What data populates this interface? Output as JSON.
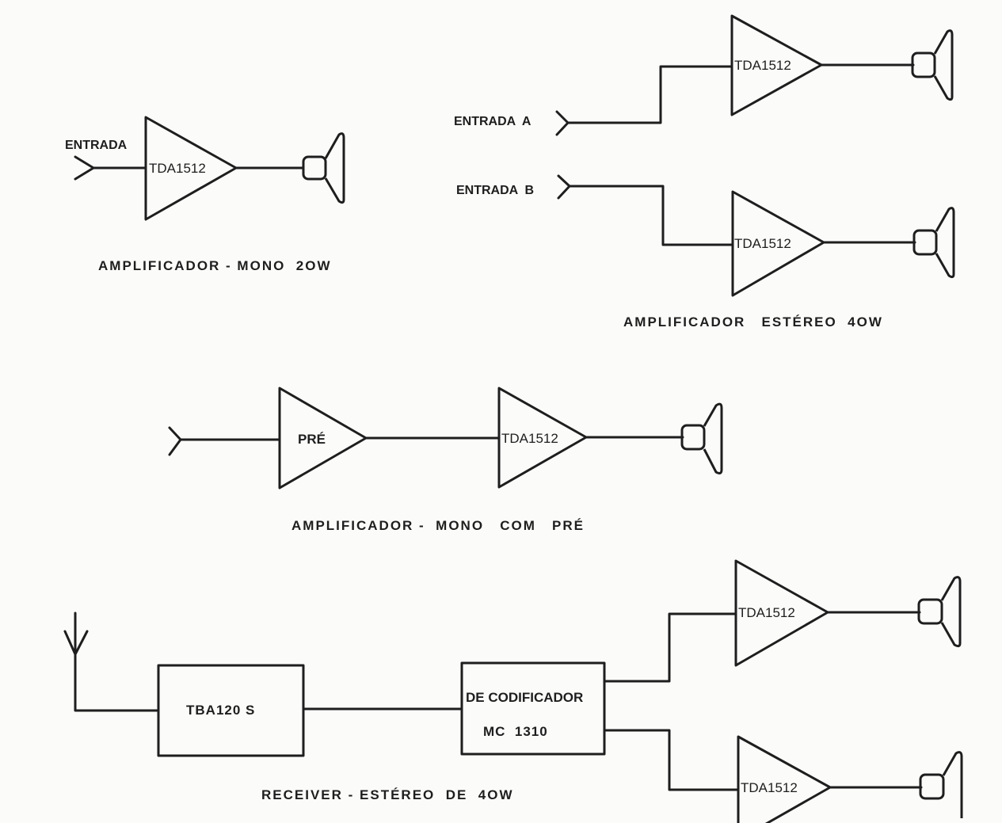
{
  "diagrams": {
    "mono": {
      "caption": "AMPLIFICADOR - MONO  2OW",
      "input_label": "ENTRADA",
      "amp_label": "TDA1512"
    },
    "stereo": {
      "caption": "AMPLIFICADOR   ESTÉREO  4OW",
      "input_a_label": "ENTRADA  A",
      "input_b_label": "ENTRADA  B",
      "amp_a_label": "TDA1512",
      "amp_b_label": "TDA1512"
    },
    "mono_pre": {
      "caption": "AMPLIFICADOR -  MONO   COM   PRÉ",
      "pre_label": "PRÉ",
      "amp_label": "TDA1512"
    },
    "receiver": {
      "caption": "RECEIVER - ESTÉREO  DE  4OW",
      "tuner_label": "TBA120 S",
      "decoder_line1": "DE CODIFICADOR",
      "decoder_line2": "MC  1310",
      "amp_a_label": "TDA1512",
      "amp_b_label": "TDA1512"
    }
  }
}
